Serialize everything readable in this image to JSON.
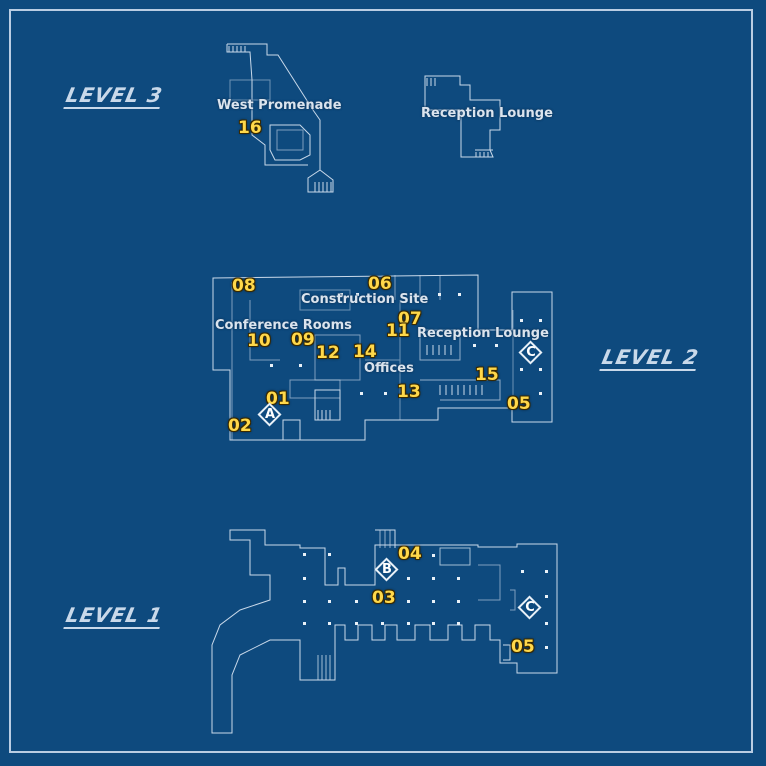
{
  "levels": {
    "level3": {
      "label": "LEVEL 3"
    },
    "level2": {
      "label": "LEVEL 2"
    },
    "level1": {
      "label": "LEVEL 1"
    }
  },
  "rooms": {
    "west_promenade": "West Promenade",
    "reception_lounge_l3": "Reception Lounge",
    "construction_site": "Construction Site",
    "conference_rooms": "Conference Rooms",
    "reception_lounge_l2": "Reception Lounge",
    "offices": "Offices"
  },
  "markers": {
    "m16": "16",
    "m08": "08",
    "m06": "06",
    "m07": "07",
    "m10": "10",
    "m09": "09",
    "m11": "11",
    "m12": "12",
    "m14": "14",
    "m15": "15",
    "m13": "13",
    "m01": "01",
    "m02": "02",
    "m05a": "05",
    "m04": "04",
    "m03": "03",
    "m05b": "05"
  },
  "objectives": {
    "a": "A",
    "b": "B",
    "c_l2": "C",
    "c_l1": "C"
  },
  "colors": {
    "background": "#0e4a7e",
    "lines": "#c9d9ea",
    "marker": "#ffd84a"
  }
}
